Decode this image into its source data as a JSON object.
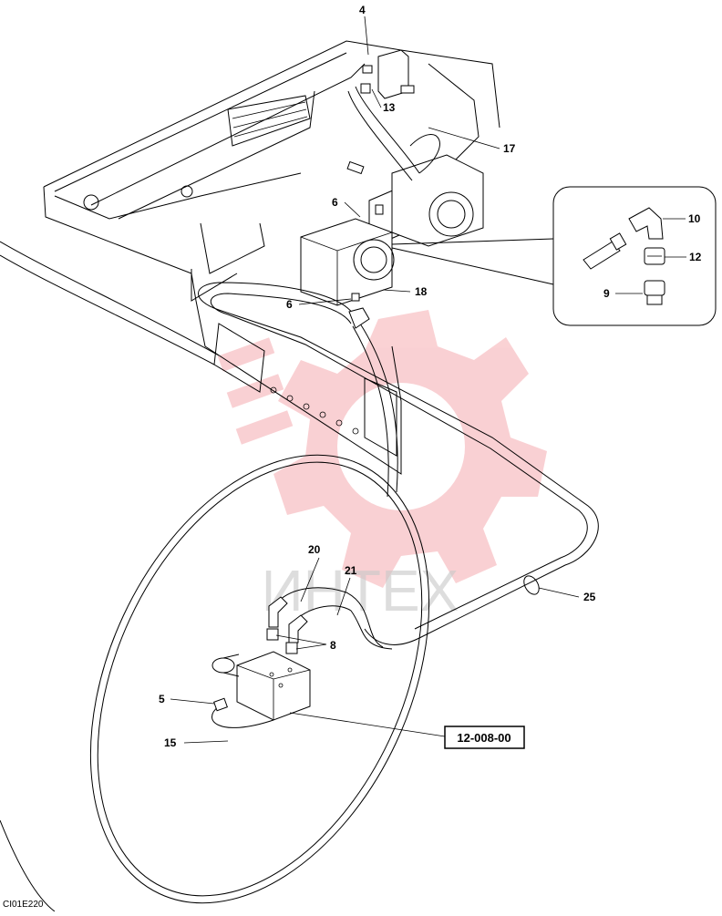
{
  "callouts": {
    "c4": "4",
    "c13": "13",
    "c17": "17",
    "c6a": "6",
    "c6b": "6",
    "c18": "18",
    "c10": "10",
    "c12": "12",
    "c9": "9",
    "c20": "20",
    "c21": "21",
    "c25": "25",
    "c8": "8",
    "c5": "5",
    "c15": "15"
  },
  "reference_box": "12-008-00",
  "figure_code": "CI01E220",
  "watermark": {
    "text": "ИНТЕХ",
    "color": "#e8303a"
  }
}
